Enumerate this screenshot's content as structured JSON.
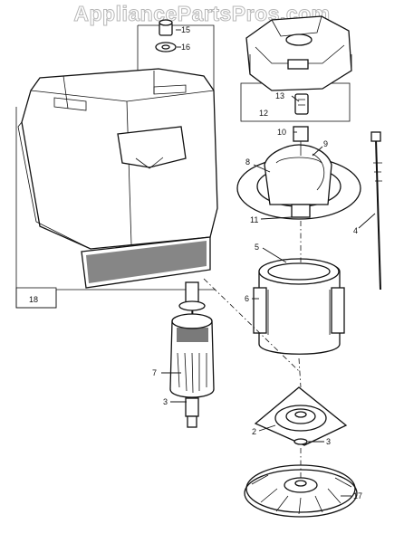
{
  "watermark": "AppliancePartsPros.com",
  "callouts": {
    "c2": "2",
    "c3a": "3",
    "c3b": "3",
    "c4": "4",
    "c5": "5",
    "c6": "6",
    "c7": "7",
    "c8": "8",
    "c9": "9",
    "c10": "10",
    "c11": "11",
    "c12": "12",
    "c13": "13",
    "c15": "15",
    "c16": "16",
    "c17": "17",
    "c18": "18"
  }
}
